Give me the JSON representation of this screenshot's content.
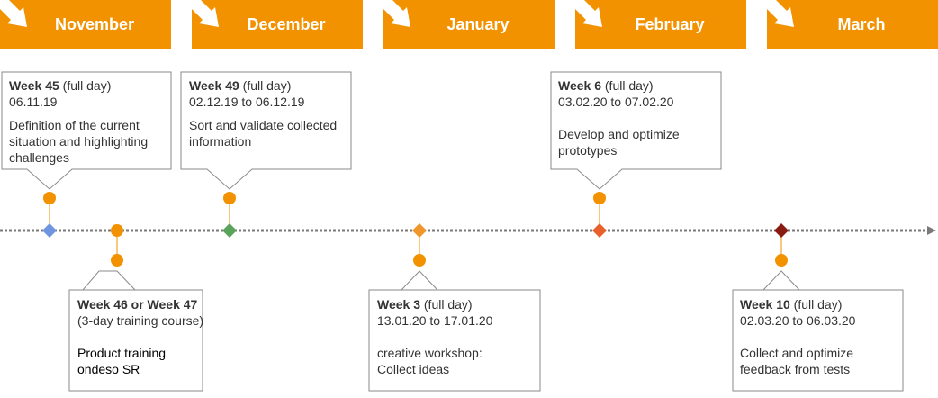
{
  "months": [
    "November",
    "December",
    "January",
    "February",
    "March"
  ],
  "colors": {
    "accent": "#f39200",
    "nov": "#6f95e0",
    "dec": "#5aa35a",
    "jan": "#f0962a",
    "feb": "#e8602c",
    "mar": "#8b1a10"
  },
  "events": [
    {
      "week": "Week 45",
      "note": "(full day)",
      "date": "06.11.19",
      "desc1": "Definition of the current",
      "desc2": "situation and highlighting",
      "desc3": "challenges"
    },
    {
      "week": "Week 46 or  Week 47",
      "date": "(3-day training course)",
      "desc1": "Product training",
      "desc2": "ondeso SR"
    },
    {
      "week": "Week 49",
      "note": "(full day)",
      "date": "02.12.19 to 06.12.19",
      "desc1": "Sort and validate collected",
      "desc2": "information"
    },
    {
      "week": "Week 3",
      "note": "(full day)",
      "date": "13.01.20 to 17.01.20",
      "desc1": "creative workshop:",
      "desc2": "Collect ideas"
    },
    {
      "week": "Week 6",
      "note": "(full day)",
      "date": "03.02.20 to 07.02.20",
      "desc1": "Develop and optimize",
      "desc2": "prototypes"
    },
    {
      "week": "Week 10",
      "note": "(full day)",
      "date": "02.03.20 to 06.03.20",
      "desc1": "Collect and optimize",
      "desc2": "feedback from tests"
    }
  ]
}
